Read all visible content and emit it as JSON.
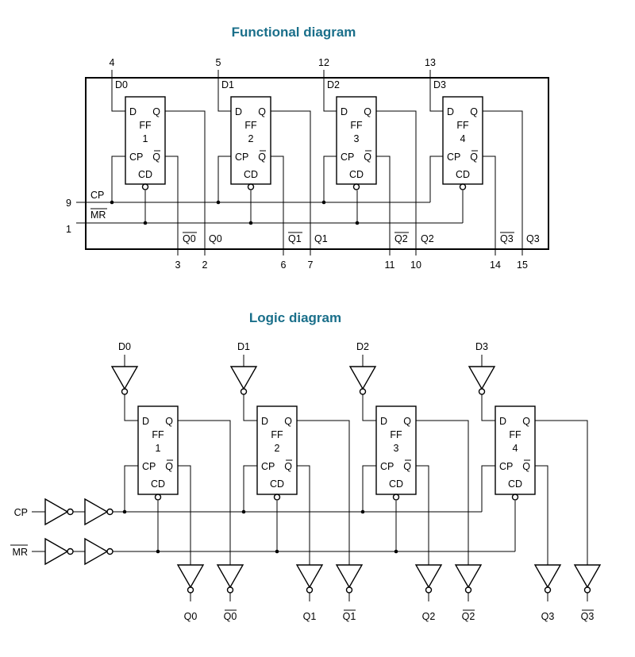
{
  "functional": {
    "title": "Functional diagram",
    "flipflops": [
      {
        "d": "D",
        "q": "Q",
        "ff": "FF",
        "num": "1",
        "cp": "CP",
        "qbar": "Q",
        "cd": "CD"
      },
      {
        "d": "D",
        "q": "Q",
        "ff": "FF",
        "num": "2",
        "cp": "CP",
        "qbar": "Q",
        "cd": "CD"
      },
      {
        "d": "D",
        "q": "Q",
        "ff": "FF",
        "num": "3",
        "cp": "CP",
        "qbar": "Q",
        "cd": "CD"
      },
      {
        "d": "D",
        "q": "Q",
        "ff": "FF",
        "num": "4",
        "cp": "CP",
        "qbar": "Q",
        "cd": "CD"
      }
    ],
    "d_pins": [
      "4",
      "5",
      "12",
      "13"
    ],
    "d_labels": [
      "D0",
      "D1",
      "D2",
      "D3"
    ],
    "cp_label": "CP",
    "cp_pin": "9",
    "mr_label": "MR",
    "mr_pin": "1",
    "qbar_labels": [
      "Q0",
      "Q1",
      "Q2",
      "Q3"
    ],
    "q_labels": [
      "Q0",
      "Q1",
      "Q2",
      "Q3"
    ],
    "qbar_pins": [
      "3",
      "6",
      "11",
      "14"
    ],
    "q_pins": [
      "2",
      "7",
      "10",
      "15"
    ]
  },
  "logic": {
    "title": "Logic diagram",
    "flipflops": [
      {
        "d": "D",
        "q": "Q",
        "ff": "FF",
        "num": "1",
        "cp": "CP",
        "qbar": "Q",
        "cd": "CD"
      },
      {
        "d": "D",
        "q": "Q",
        "ff": "FF",
        "num": "2",
        "cp": "CP",
        "qbar": "Q",
        "cd": "CD"
      },
      {
        "d": "D",
        "q": "Q",
        "ff": "FF",
        "num": "3",
        "cp": "CP",
        "qbar": "Q",
        "cd": "CD"
      },
      {
        "d": "D",
        "q": "Q",
        "ff": "FF",
        "num": "4",
        "cp": "CP",
        "qbar": "Q",
        "cd": "CD"
      }
    ],
    "d_inputs": [
      "D0",
      "D1",
      "D2",
      "D3"
    ],
    "cp_label": "CP",
    "mr_label": "MR",
    "outputs": [
      {
        "q": "Q0",
        "qbar": "Q0"
      },
      {
        "q": "Q1",
        "qbar": "Q1"
      },
      {
        "q": "Q2",
        "qbar": "Q2"
      },
      {
        "q": "Q3",
        "qbar": "Q3"
      }
    ]
  }
}
